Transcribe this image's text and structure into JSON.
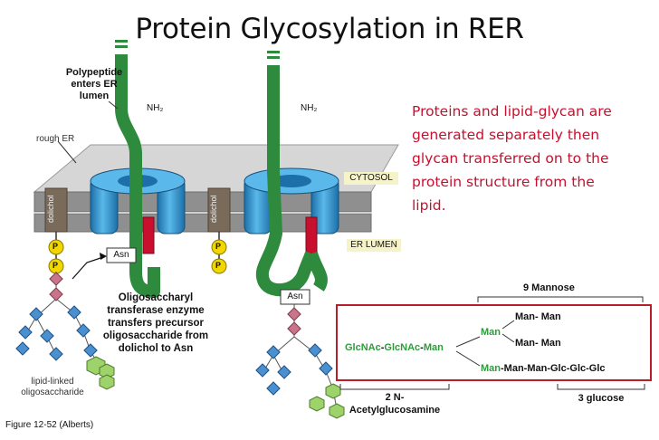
{
  "title": "Protein Glycosylation in RER",
  "labels": {
    "polypeptide": [
      "Polypeptide",
      "enters ER",
      "lumen"
    ],
    "rough_er": "rough ER",
    "nh2": "NH₂",
    "cytosol": "CYTOSOL",
    "er_lumen": "ER LUMEN",
    "dolichol": "dolichol",
    "p": "P",
    "asn": "Asn",
    "enzyme": [
      "Oligosaccharyl",
      "transferase enzyme",
      "transfers precursor",
      "oligosaccharide from",
      "dolichol to Asn"
    ],
    "lipid_linked": [
      "lipid-linked",
      "oligosaccharide"
    ],
    "figure_credit": "Figure 12-52 (Alberts)"
  },
  "note": [
    "Proteins and lipid-glycan are",
    "generated separately then",
    "glycan transferred on to the",
    "protein structure from the",
    "lipid."
  ],
  "glycan": {
    "mannose_count": "9 Mannose",
    "base_glcnac1": "GlcNAc",
    "base_sep1": "-",
    "base_glcnac2": "GlcNAc",
    "base_sep2": "-",
    "base_man": "Man",
    "branch_man": "Man",
    "top_arm": "Man- Man",
    "mid_arm": "Man- Man",
    "bottom_man": "Man",
    "bottom_rest": "-Man-Man-Glc-Glc-Glc",
    "glcnac_label": [
      "2 N-",
      "Acetylglucosamine"
    ],
    "glucose_label": "3 glucose"
  },
  "colors": {
    "accent_red": "#c8102e",
    "protein_green": "#2e8b3d",
    "channel_blue": "#3aa0d8",
    "membrane_gray": "#8a8a8a",
    "phosphate_yellow": "#f2d600",
    "box_red": "#b81d2a"
  }
}
